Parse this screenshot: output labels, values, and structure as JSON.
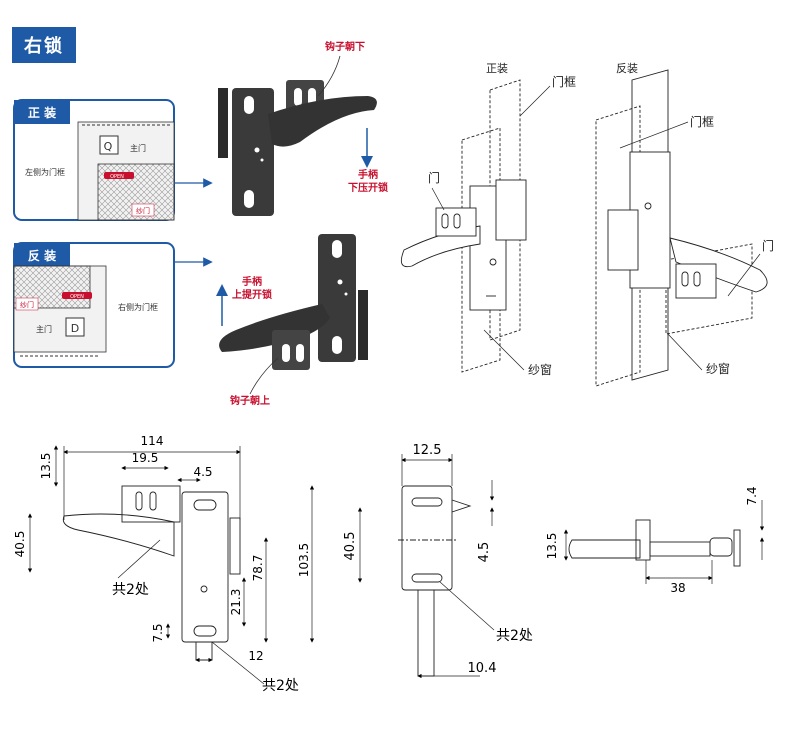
{
  "header": {
    "title": "右锁"
  },
  "inset_front": {
    "tag": "正 装",
    "left_label": "左侧为门框",
    "main_door": "主门",
    "screen": "纱门",
    "open_text": "OPEN"
  },
  "inset_reverse": {
    "tag": "反 装",
    "right_label": "右侧为门框",
    "main_door": "主门",
    "screen": "纱门",
    "open_text": "OPEN"
  },
  "callouts": {
    "hook_down": "钩子朝下",
    "press_line1": "手柄",
    "press_line2": "下压开锁",
    "lift_line1": "手柄",
    "lift_line2": "上提开锁",
    "hook_up": "钩子朝上"
  },
  "install_front": {
    "title": "正装",
    "frame": "门框",
    "door": "门",
    "screen": "纱窗"
  },
  "install_reverse": {
    "title": "反装",
    "frame": "门框",
    "door": "门",
    "screen": "纱窗"
  },
  "dimensions": {
    "d114": "114",
    "d13_5a": "13.5",
    "d19_5": "19.5",
    "d4_5a": "4.5",
    "d40_5a": "40.5",
    "d78_7": "78.7",
    "d103_5": "103.5",
    "d21_3": "21.3",
    "d7_5": "7.5",
    "d12": "12",
    "note1": "共2处",
    "note2": "共2处",
    "d12_5": "12.5",
    "d40_5b": "40.5",
    "d4_5b": "4.5",
    "note3": "共2处",
    "d10_4": "10.4",
    "d13_5b": "13.5",
    "d7_4": "7.4",
    "d38": "38"
  },
  "colors": {
    "brand": "#1e5aa6",
    "callout_red": "#c8102e",
    "arrow_blue": "#1e5aa6",
    "part_dark": "#3a3a3a"
  }
}
